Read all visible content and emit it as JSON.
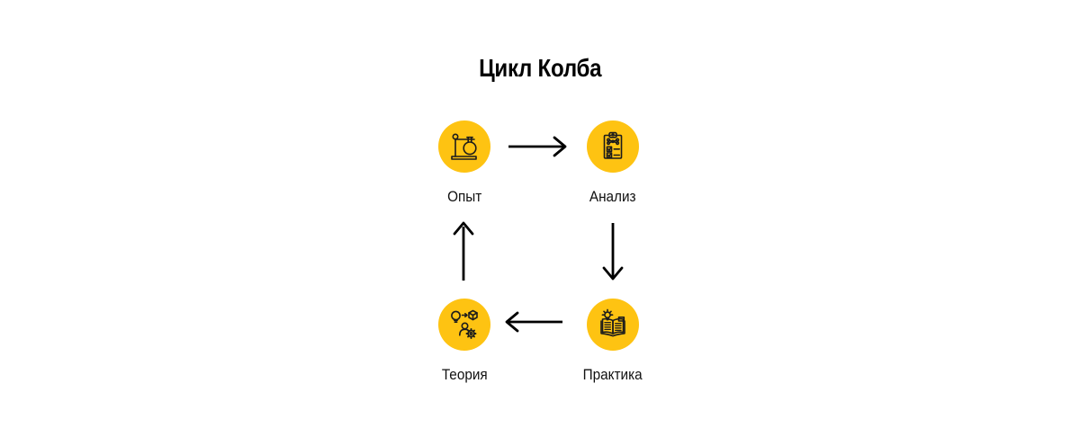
{
  "title": "Цикл Колба",
  "colors": {
    "background": "#ffffff",
    "circle_fill": "#fec312",
    "icon_stroke": "#1c1c1c",
    "arrow_color": "#000000",
    "title_color": "#000000",
    "label_color": "#111111"
  },
  "diagram": {
    "type": "cycle",
    "nodes": [
      {
        "id": "experience",
        "label": "Опыт",
        "icon": "flask-stand-icon",
        "position": "top-left"
      },
      {
        "id": "analysis",
        "label": "Анализ",
        "icon": "clipboard-checklist-icon",
        "position": "top-right"
      },
      {
        "id": "practice",
        "label": "Практика",
        "icon": "open-book-idea-icon",
        "position": "bottom-right"
      },
      {
        "id": "theory",
        "label": "Теория",
        "icon": "idea-to-model-gear-icon",
        "position": "bottom-left"
      }
    ],
    "edges": [
      {
        "from": "Опыт",
        "to": "Анализ",
        "direction": "right"
      },
      {
        "from": "Анализ",
        "to": "Практика",
        "direction": "down"
      },
      {
        "from": "Практика",
        "to": "Теория",
        "direction": "left"
      },
      {
        "from": "Теория",
        "to": "Опыт",
        "direction": "up"
      }
    ]
  }
}
